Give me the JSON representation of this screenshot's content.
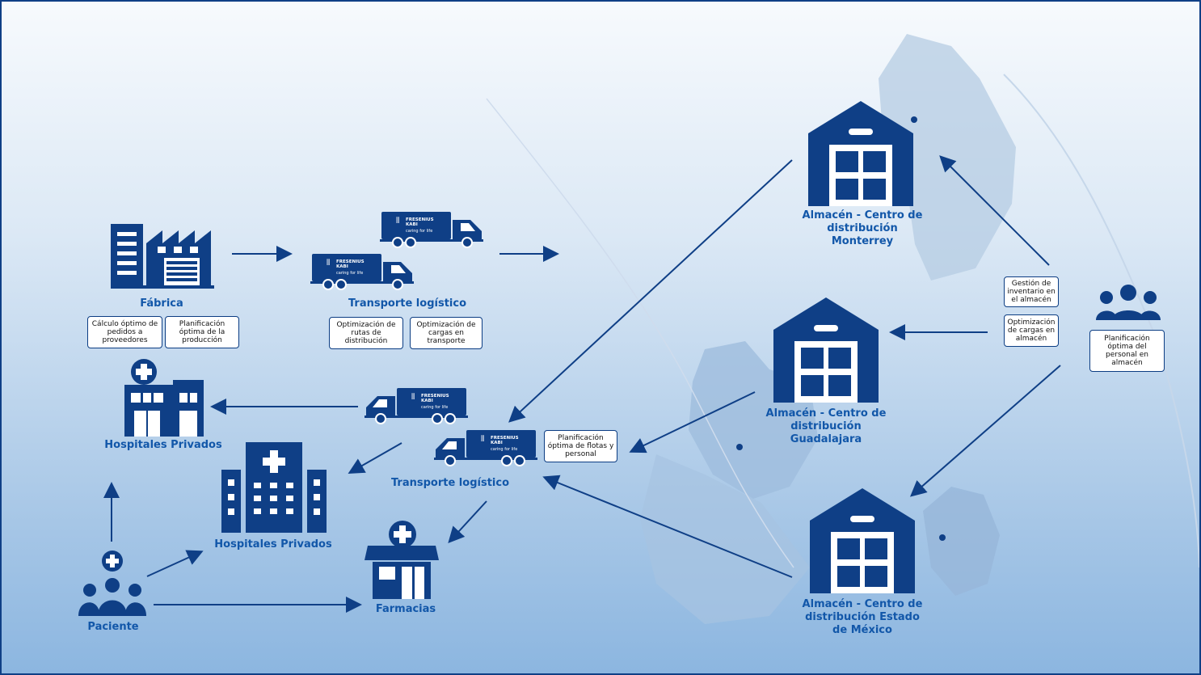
{
  "nodes": {
    "fabrica": "Fábrica",
    "transporte_top": "Transporte logístico",
    "transporte_mid": "Transporte logístico",
    "hospitales_top": "Hospitales Privados",
    "hospitales_mid": "Hospitales Privados",
    "farmacias": "Farmacias",
    "paciente": "Paciente",
    "almacen_monterrey": "Almacén - Centro de distribución Monterrey",
    "almacen_guadalajara": "Almacén - Centro de distribución Guadalajara",
    "almacen_edomex": "Almacén - Centro de distribución Estado de México"
  },
  "boxes": {
    "calculo": "Cálculo óptimo de pedidos a proveedores",
    "planif_produccion": "Planificación óptima de la producción",
    "opt_rutas": "Optimización de rutas de distribución",
    "opt_cargas_transporte": "Optimización de cargas en transporte",
    "planif_flotas": "Planificación óptima de flotas y personal",
    "gestion_inventario": "Gestión de inventario en el almacén",
    "opt_cargas_almacen": "Optimización de cargas en almacén",
    "planif_personal": "Planificación óptima del personal en almacén"
  },
  "truck_brand": {
    "line1": "FRESENIUS",
    "line2": "KABI",
    "tagline": "caring for life"
  },
  "colors": {
    "primary": "#0f3f86",
    "label": "#1257a9"
  }
}
